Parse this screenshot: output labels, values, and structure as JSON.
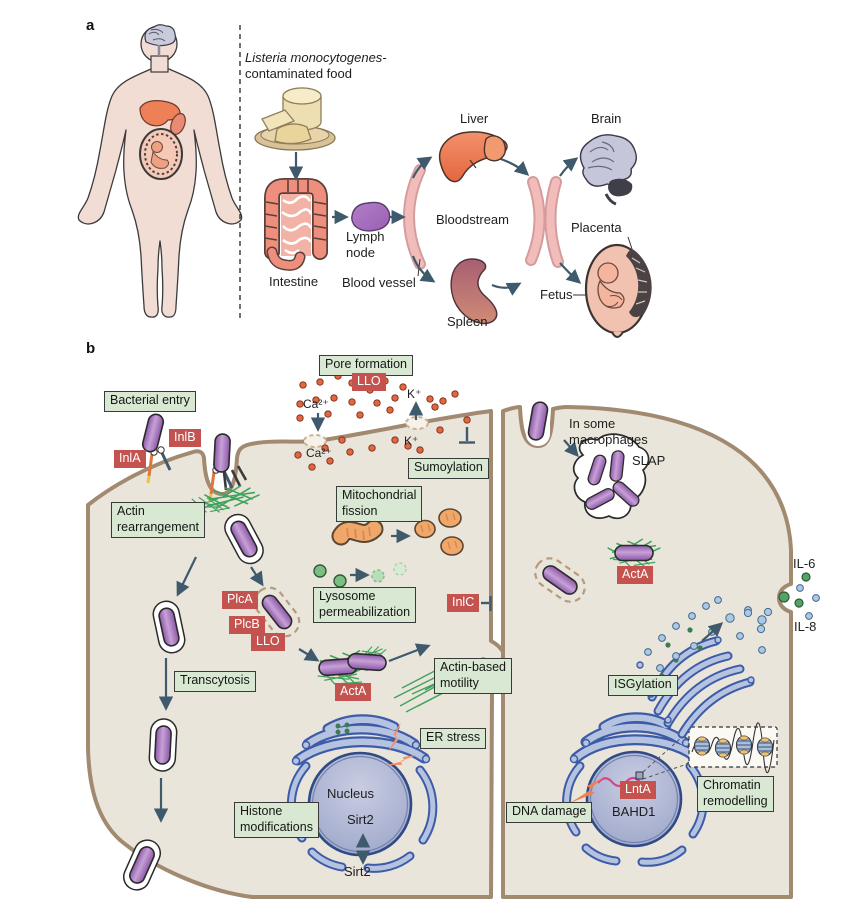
{
  "panel_a": {
    "letter": "a",
    "food_line1": "Listeria monocytogenes-",
    "food_line2": "contaminated food",
    "intestine": "Intestine",
    "lymph_node": "Lymph\nnode",
    "blood_vessel": "Blood vessel",
    "bloodstream": "Bloodstream",
    "liver": "Liver",
    "spleen": "Spleen",
    "brain": "Brain",
    "placenta": "Placenta",
    "fetus": "Fetus"
  },
  "panel_b": {
    "letter": "b",
    "boxes": {
      "bacterial_entry": "Bacterial entry",
      "pore_formation": "Pore formation",
      "sumoylation": "Sumoylation",
      "mitochondrial_fission": "Mitochondrial\nfission",
      "actin_rearrangement": "Actin\nrearrangement",
      "lysosome_permeabilization": "Lysosome\npermeabilization",
      "transcytosis": "Transcytosis",
      "actin_based_motility": "Actin-based\nmotility",
      "histone_modifications": "Histone\nmodifications",
      "er_stress": "ER stress",
      "isgylation": "ISGylation",
      "dna_damage": "DNA damage",
      "chromatin_remodelling": "Chromatin\nremodelling"
    },
    "virulence_factors": {
      "inla": "InlA",
      "inlb": "InlB",
      "llo_top": "LLO",
      "plca": "PlcA",
      "plcb": "PlcB",
      "llo_mid": "LLO",
      "acta_left": "ActA",
      "inlc": "InlC",
      "acta_right": "ActA",
      "lnta": "LntA"
    },
    "labels": {
      "ca_out": "Ca²⁺",
      "ca_in": "Ca²⁺",
      "k_out": "K⁺",
      "k_in": "K⁺",
      "in_some_macrophages": "In some\nmacrophages",
      "slap": "SLAP",
      "nucleus": "Nucleus",
      "sirt2_nucleus": "Sirt2",
      "sirt2_cytoplasm": "Sirt2",
      "bahd1": "BAHD1",
      "il6": "IL-6",
      "il8": "IL-8"
    }
  },
  "colors": {
    "cell_fill": "#eae5db",
    "membrane": "#a28a71",
    "bacterium": "#9a63b0",
    "green_box_fill": "#d8e8d2",
    "red_box_fill": "#c4524e",
    "arrow": "#3e5a6c",
    "ion_dot": "#e2673f",
    "mitochondrion": "#f0a86a",
    "lysosome": "#7cbd82",
    "nucleus_fill": "#a3adce",
    "er_fill": "#b6c3e0",
    "er_outline": "#3c5ca8",
    "chromatin": "#d6458c",
    "il6_dot": "#55a269",
    "il8_dot": "#a9c9e6",
    "actin": "#3fa45b",
    "vessel": "#f2bcba",
    "skin": "#f1ddd4"
  }
}
